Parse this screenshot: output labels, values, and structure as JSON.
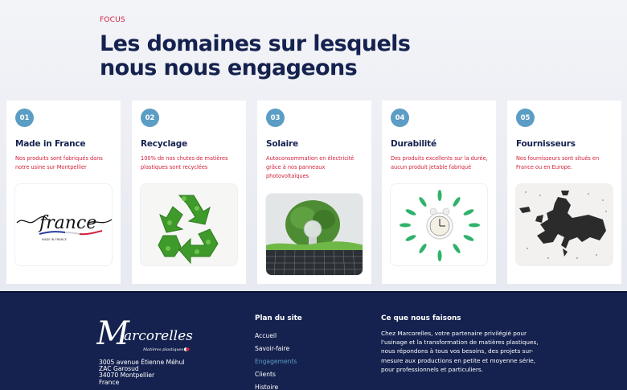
{
  "section": {
    "eyebrow": "FOCUS",
    "title_line1": "Les domaines sur lesquels",
    "title_line2": "nous nous engageons"
  },
  "colors": {
    "navy": "#15224f",
    "accent_red": "#d2203a",
    "badge_blue": "#5b9dc4"
  },
  "cards": [
    {
      "number": "01",
      "title": "Made in France",
      "description": "Nos produits sont fabriqués dans notre usine sur Montpellier",
      "image": "made-in-france-logo",
      "image_caption": "MADE IN FRANCE",
      "image_word": "france"
    },
    {
      "number": "02",
      "title": "Recyclage",
      "description": "100% de nos chutes de matières plastiques sont recyclées",
      "image": "leaf-recycling-symbol"
    },
    {
      "number": "03",
      "title": "Solaire",
      "description": "Autoconsommation en électricité grâce à nos panneaux photovoltaïques",
      "image": "lightbulb-tree-on-solar-panel"
    },
    {
      "number": "04",
      "title": "Durabilité",
      "description": "Des produits excellents sur la durée, aucun produit jetable fabriqué",
      "image": "alarm-clock-with-leaves"
    },
    {
      "number": "05",
      "title": "Fournisseurs",
      "description": "Nos fournisseurs sont situés en France ou en Europe.",
      "image": "europe-map-crowd"
    }
  ],
  "footer": {
    "logo_text": "Marcorelles",
    "logo_tagline": "Matières plastiques",
    "address": [
      "3005 avenue Étienne Méhul",
      "ZAC Garosud",
      "34070 Montpellier",
      "France"
    ],
    "sitemap_title": "Plan du site",
    "sitemap_links": [
      {
        "label": "Accueil",
        "active": false
      },
      {
        "label": "Savoir-faire",
        "active": false
      },
      {
        "label": "Engagements",
        "active": true
      },
      {
        "label": "Clients",
        "active": false
      },
      {
        "label": "Histoire",
        "active": false
      }
    ],
    "about_title": "Ce que nous faisons",
    "about_text": "Chez Marcorelles, votre partenaire privilégié pour l'usinage et la transformation de matières plastiques, nous répondons à tous vos besoins, des projets sur-mesure aux productions en petite et moyenne série, pour professionnels et particuliers."
  }
}
